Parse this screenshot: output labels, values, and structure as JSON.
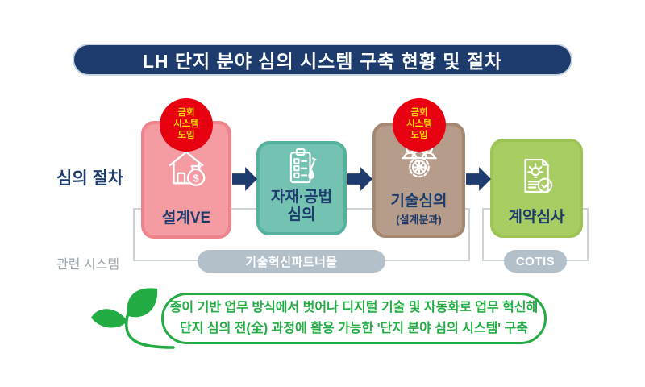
{
  "title": "LH 단지 분야 심의 시스템 구축 현황 및 절차",
  "labels": {
    "process_row": "심의 절차",
    "systems_row": "관련 시스템"
  },
  "steps": [
    {
      "name": "설계VE",
      "icon": "house-value-icon",
      "fill": "#f59ba2",
      "border": "#ef838c",
      "badge": {
        "line1": "금회",
        "line2": "시스템",
        "line3": "도입"
      }
    },
    {
      "name": "자재·공법",
      "name2": "심의",
      "icon": "checklist-shovel-icon",
      "fill": "#73c2b2",
      "border": "#55b09d"
    },
    {
      "name": "기술심의",
      "name2": "(설계분과)",
      "icon": "people-gear-icon",
      "fill": "#b69d8b",
      "border": "#a5886f",
      "badge": {
        "line1": "금회",
        "line2": "시스템",
        "line3": "도입"
      }
    },
    {
      "name": "계약심사",
      "icon": "document-check-icon",
      "fill": "#a8cd63",
      "border": "#9ec455"
    }
  ],
  "systems": [
    {
      "label": "기술혁신파트너몰"
    },
    {
      "label": "COTIS"
    }
  ],
  "footer": {
    "line1": "종이 기반 업무 방식에서 벗어나 디지털 기술 및 자동화로 업무 혁신해",
    "line2": "단지 심의 전(全) 과정에 활용 가능한 '단지 분야 심의 시스템' 구축"
  },
  "icons": {
    "dollar": "$"
  },
  "colors": {
    "navy": "#1d3c6d",
    "badge_red": "#e7000f",
    "badge_text_yellow": "#ffd900",
    "pill_gray": "#b4c0c9",
    "bracket_gray": "#ccd3d9",
    "green": "#23ab44"
  }
}
